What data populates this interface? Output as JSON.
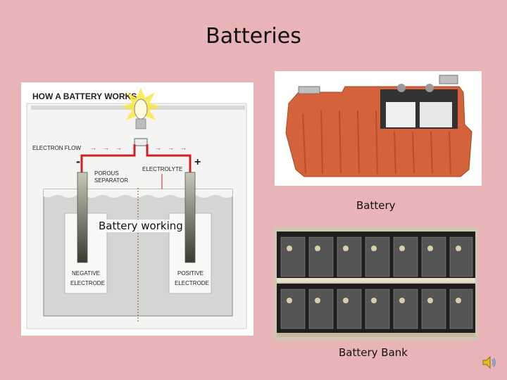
{
  "slide": {
    "title": "Batteries"
  },
  "diagram": {
    "heading": "HOW A BATTERY WORKS",
    "electron_flow_label": "ELECTRON FLOW",
    "minus_sign": "-",
    "plus_sign": "+",
    "porous_separator_line1": "POROUS",
    "porous_separator_line2": "SEPARATOR",
    "electrolyte_label": "ELECTROLYTE",
    "negative_line1": "NEGATIVE",
    "negative_line2": "ELECTRODE",
    "positive_line1": "POSITIVE",
    "positive_line2": "ELECTRODE",
    "caption": "Battery working"
  },
  "photos": {
    "battery_caption": "Battery",
    "bank_caption": "Battery Bank"
  },
  "icons": {
    "speaker": "speaker-icon"
  },
  "colors": {
    "background": "#e8b4b8",
    "battery_case": "#d4623a",
    "wire": "#cc2222",
    "electrolyte": "#c8ccc8"
  }
}
